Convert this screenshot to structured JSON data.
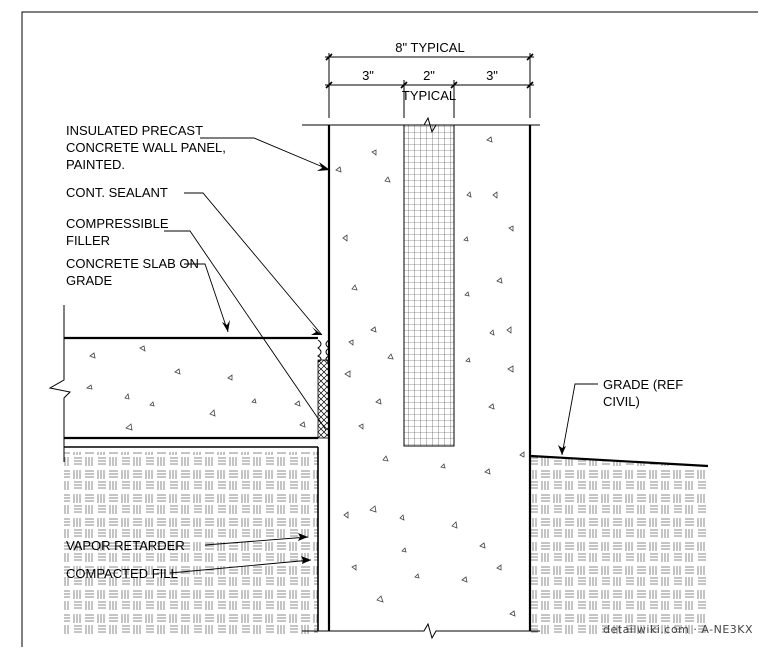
{
  "dimensions": {
    "overall": "8\" TYPICAL",
    "left": "3\"",
    "center": "2\"",
    "center_note": "TYPICAL",
    "right": "3\""
  },
  "callouts": {
    "wall_panel": [
      "INSULATED PRECAST",
      "CONCRETE WALL PANEL,",
      "PAINTED."
    ],
    "sealant": [
      "CONT. SEALANT"
    ],
    "filler": [
      "COMPRESSIBLE",
      "FILLER"
    ],
    "slab": [
      "CONCRETE SLAB ON",
      "GRADE"
    ],
    "vapor": [
      "VAPOR RETARDER"
    ],
    "fill": [
      "COMPACTED FILL"
    ],
    "grade": [
      "GRADE (REF",
      "CIVIL)"
    ]
  },
  "watermark": "detailwiki.com · A-NE3KX",
  "colors": {
    "ink": "#000000",
    "paper": "#ffffff",
    "hatch": "#444444"
  }
}
